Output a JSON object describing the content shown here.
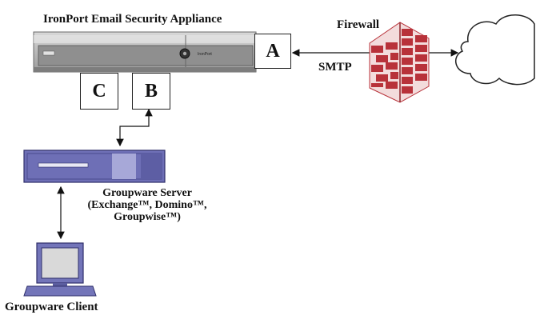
{
  "appliance": {
    "title": "IronPort Email Security Appliance",
    "brand": "IronPort"
  },
  "boxes": {
    "a": "A",
    "b": "B",
    "c": "C"
  },
  "firewall": {
    "label": "Firewall"
  },
  "link": {
    "protocol": "SMTP"
  },
  "server": {
    "line1": "Groupware Server",
    "line2": "(Exchange™, Domino™,",
    "line3": "Groupwise™)"
  },
  "client": {
    "label": "Groupware Client"
  },
  "colors": {
    "appliance_body": "#c9c9c9",
    "server_body": "#6e6fb6",
    "server_accent": "#a7a8d8",
    "brick": "#b8323a",
    "mortar": "#f3dcdc",
    "monitor_body": "#7375b9",
    "screen": "#d9d9d9"
  },
  "icons": [
    "appliance-rack-icon",
    "firewall-brick-icon",
    "cloud-icon",
    "server-icon",
    "computer-icon"
  ]
}
